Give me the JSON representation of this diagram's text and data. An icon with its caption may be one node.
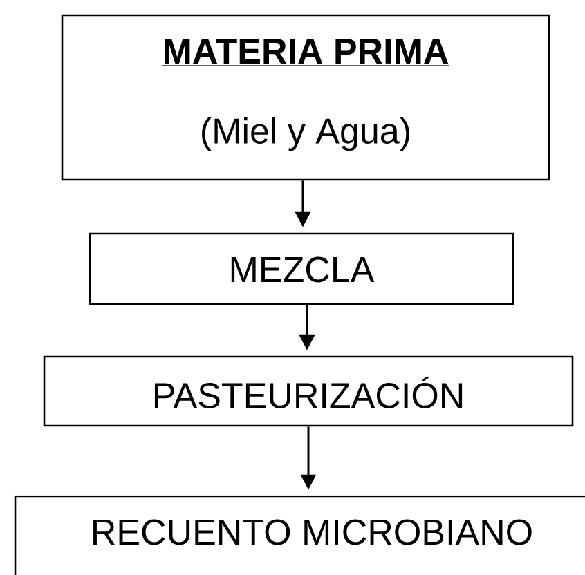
{
  "diagram": {
    "nodes": [
      {
        "text": [
          "MATERIA PRIMA",
          "(Miel y Agua)"
        ]
      },
      {
        "text": [
          "MEZCLA"
        ]
      },
      {
        "text": [
          "PASTEURIZACIÓN"
        ]
      },
      {
        "text": [
          "RECUENTO MICROBIANO"
        ]
      }
    ],
    "edges": [
      {
        "from": 0,
        "to": 1,
        "arrow": "to"
      },
      {
        "from": 1,
        "to": 2,
        "arrow": "to"
      },
      {
        "from": 2,
        "to": 3,
        "arrow": "to"
      }
    ]
  }
}
